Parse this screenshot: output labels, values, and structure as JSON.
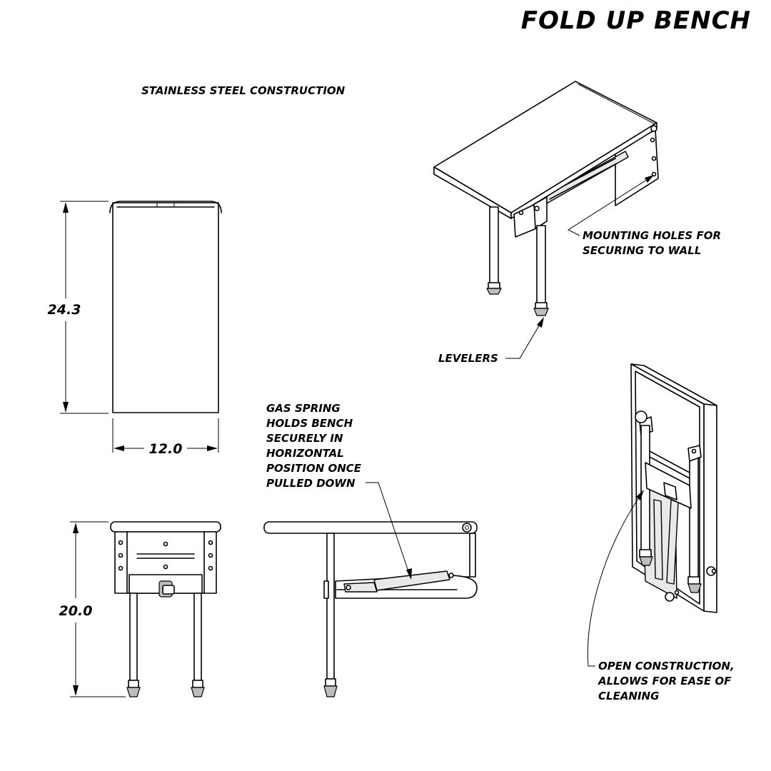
{
  "title": "FOLD UP BENCH",
  "notes": {
    "construction": "STAINLESS STEEL CONSTRUCTION",
    "mounting": [
      "MOUNTING HOLES FOR",
      "SECURING TO WALL"
    ],
    "levelers": "LEVELERS",
    "gas_spring": [
      "GAS SPRING",
      "HOLDS BENCH",
      "SECURELY IN",
      "HORIZONTAL",
      "POSITION ONCE",
      "PULLED DOWN"
    ],
    "open_construction": [
      "OPEN CONSTRUCTION,",
      "ALLOWS FOR EASE OF",
      "CLEANING"
    ]
  },
  "dimensions": {
    "depth": "24.3",
    "width": "12.0",
    "height": "20.0"
  }
}
